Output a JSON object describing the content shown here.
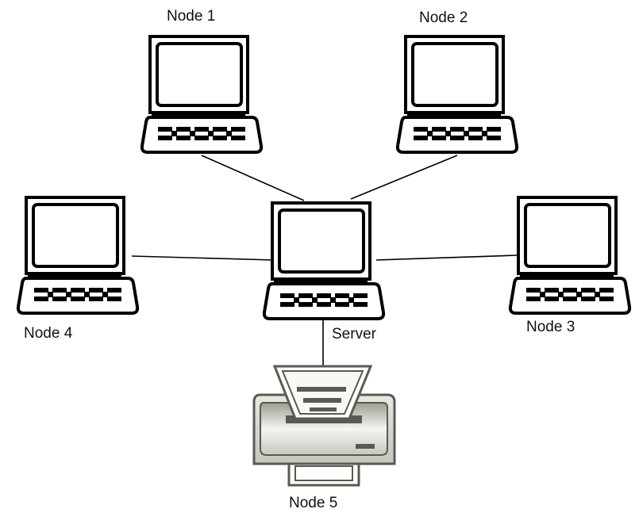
{
  "nodes": {
    "node1": {
      "label": "Node 1",
      "icon": "laptop-icon"
    },
    "node2": {
      "label": "Node 2",
      "icon": "laptop-icon"
    },
    "node3": {
      "label": "Node 3",
      "icon": "laptop-icon"
    },
    "node4": {
      "label": "Node 4",
      "icon": "laptop-icon"
    },
    "server": {
      "label": "Server",
      "icon": "laptop-icon"
    },
    "node5": {
      "label": "Node 5",
      "icon": "printer-icon"
    }
  },
  "colors": {
    "stroke": "#000000",
    "printer_body": "#d8dcd4",
    "printer_dark": "#5a5a50",
    "printer_light": "#f4f4f0"
  }
}
